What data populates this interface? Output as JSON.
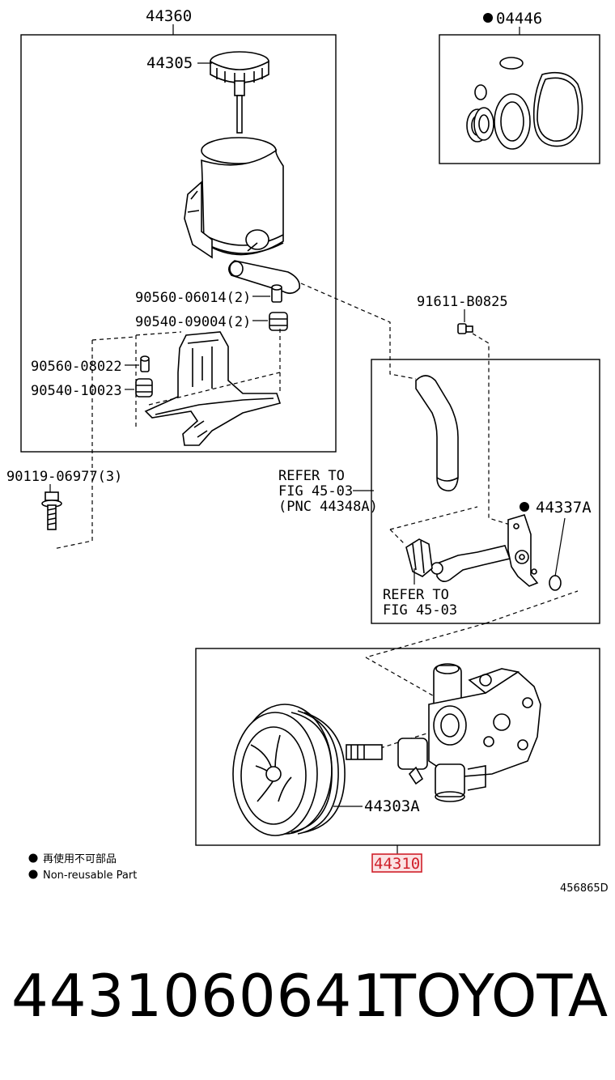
{
  "labels": {
    "assy_reservoir": "44360",
    "cap": "44305",
    "gasket_kit": "04446",
    "p1": "90560-06014(2)",
    "p2": "90540-09004(2)",
    "p3": "90560-08022",
    "p4": "90540-10023",
    "bolt": "90119-06977(3)",
    "clip": "91611-B0825",
    "pipe": "44337A",
    "pulley": "44303A",
    "pump": "44310",
    "refer1_line1": "REFER TO",
    "refer1_line2": "FIG 45-03",
    "refer1_line3": "(PNC 44348A)",
    "refer2_line1": "REFER TO",
    "refer2_line2": "FIG 45-03",
    "legend_cn": "再使用不可部品",
    "legend_en": "Non-reusable Part",
    "figure_code": "456865D"
  },
  "footer": {
    "part_number": "4431060641",
    "brand": "TOYOTA"
  },
  "colors": {
    "highlight": "#d0202a"
  }
}
